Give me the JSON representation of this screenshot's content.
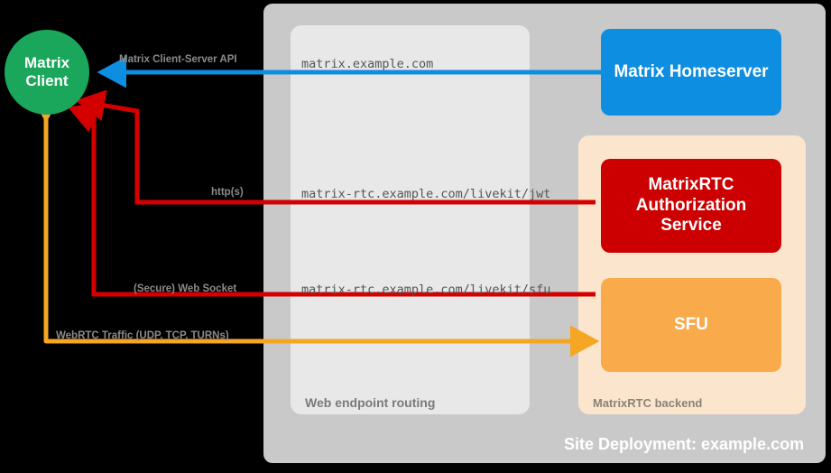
{
  "diagram": {
    "title": "Site Deployment: example.com",
    "colors": {
      "client": "#1aa65b",
      "homeserver": "#0d8ee0",
      "auth_service": "#cc0000",
      "sfu": "#f9aa4b",
      "site_container": "#c9c9c9",
      "web_container": "#e8e8e8",
      "rtc_container": "#fce5cd",
      "background": "#000000",
      "arrow_blue": "#0d8ee0",
      "arrow_red": "#d40000",
      "arrow_orange": "#f5a623"
    }
  },
  "client": {
    "label_line1": "Matrix",
    "label_line2": "Client"
  },
  "zones": {
    "site": "Site Deployment: example.com",
    "web_routing": "Web endpoint routing",
    "rtc_backend": "MatrixRTC backend"
  },
  "nodes": [
    {
      "name": "matrix-homeserver",
      "label": "Matrix Homeserver",
      "color": "#0d8ee0"
    },
    {
      "name": "matrixrtc-authorization-service",
      "label": "MatrixRTC\nAuthorization\nService",
      "label_line1": "MatrixRTC",
      "label_line2": "Authorization",
      "label_line3": "Service",
      "color": "#cc0000"
    },
    {
      "name": "sfu",
      "label": "SFU",
      "color": "#f9aa4b"
    }
  ],
  "flows": [
    {
      "name": "matrix-client-server-api",
      "protocol": "Matrix Client-Server API",
      "endpoint": "matrix.example.com",
      "color": "#0d8ee0",
      "direction": "to-client"
    },
    {
      "name": "livekit-jwt",
      "protocol": "http(s)",
      "endpoint": "matrix-rtc.example.com/livekit/jwt",
      "color": "#d40000",
      "direction": "to-backend"
    },
    {
      "name": "livekit-sfu-websocket",
      "protocol": "(Secure) Web Socket",
      "endpoint": "matrix-rtc.example.com/livekit/sfu",
      "color": "#d40000",
      "direction": "to-backend"
    },
    {
      "name": "webrtc-traffic",
      "protocol": "WebRTC Traffic (UDP, TCP, TURNs)",
      "endpoint": "",
      "color": "#f5a623",
      "direction": "to-backend"
    }
  ]
}
